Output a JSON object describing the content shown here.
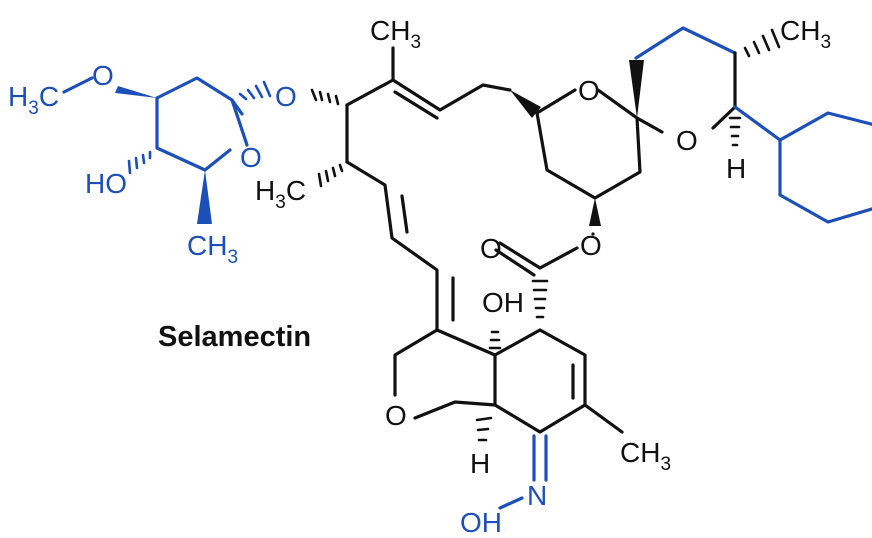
{
  "compound_name": "Selamectin",
  "colors": {
    "skeleton": "#111111",
    "highlight": "#1d4fb8"
  },
  "atoms": {
    "methoxy_h": "H",
    "methoxy_sub": "3",
    "methoxy_c": "C",
    "methoxy_o": "O",
    "glyco_o": "O",
    "sugar_ring_o": "O",
    "sugar_ho": "HO",
    "sugar_ch": "CH",
    "sugar_ch_sub": "3",
    "top_ch": "CH",
    "top_ch_sub": "3",
    "h3c_h": "H",
    "h3c_sub": "3",
    "h3c_c": "C",
    "spiro_o1": "O",
    "spiro_o2": "O",
    "spiro_ch": "CH",
    "spiro_ch_sub": "3",
    "spiro_h": "H",
    "lactone_carbonyl_o": "O",
    "lactone_ring_o": "O",
    "oh": "OH",
    "furan_o": "O",
    "ring_ch": "CH",
    "ring_ch_sub": "3",
    "ring_h": "H",
    "oxime_n": "N",
    "oxime_oh": "OH"
  }
}
